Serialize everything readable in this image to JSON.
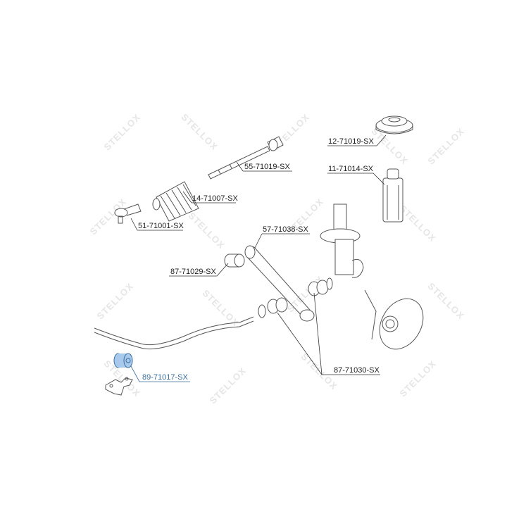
{
  "diagram": {
    "type": "exploded-parts-diagram",
    "subject": "Front suspension and steering assembly",
    "watermark": "STELLOX",
    "colors": {
      "line": "#333333",
      "part_stroke": "#555555",
      "highlight": "#3b6f9c",
      "highlight_fill": "#a9c9ec",
      "watermark": "#e6e6e6",
      "background": "#ffffff"
    }
  },
  "parts": [
    {
      "id": "p1",
      "part_number": "12-71019-SX",
      "component": "strut top mount",
      "highlighted": false
    },
    {
      "id": "p2",
      "part_number": "55-71019-SX",
      "component": "inner tie rod",
      "highlighted": false
    },
    {
      "id": "p3",
      "part_number": "11-71014-SX",
      "component": "strut bump stop / dust boot",
      "highlighted": false
    },
    {
      "id": "p4",
      "part_number": "14-71007-SX",
      "component": "steering rack boot",
      "highlighted": false
    },
    {
      "id": "p5",
      "part_number": "51-71001-SX",
      "component": "outer tie rod end",
      "highlighted": false
    },
    {
      "id": "p6",
      "part_number": "57-71038-SX",
      "component": "lower control arm",
      "highlighted": false
    },
    {
      "id": "p7",
      "part_number": "87-71029-SX",
      "component": "control arm bushing",
      "highlighted": false
    },
    {
      "id": "p8",
      "part_number": "87-71030-SX",
      "component": "control arm bushings",
      "highlighted": false
    },
    {
      "id": "p9",
      "part_number": "89-71017-SX",
      "component": "stabilizer bar bushing",
      "highlighted": true
    }
  ]
}
